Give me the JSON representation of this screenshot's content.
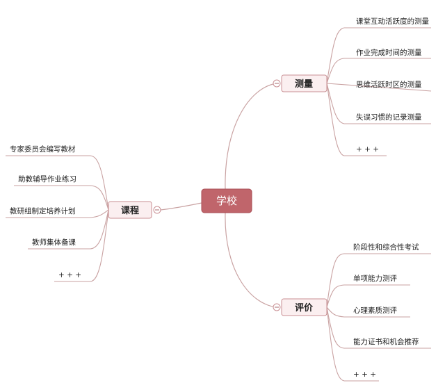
{
  "root": {
    "label": "学校"
  },
  "branches": {
    "measure": {
      "label": "测量",
      "items": [
        "课堂互动活跃度的测量",
        "作业完成时间的测量",
        "思维活跃时区的测量",
        "失误习惯的记录测量",
        "+ + +"
      ]
    },
    "evaluation": {
      "label": "评价",
      "items": [
        "阶段性和综合性考试",
        "单项能力测评",
        "心理素质测评",
        "能力证书和机会推荐",
        "+ + +"
      ]
    },
    "course": {
      "label": "课程",
      "items": [
        "专家委员会编写教材",
        "助教辅导作业练习",
        "教研组制定培养计划",
        "教师集体备课",
        "+ + +"
      ]
    }
  },
  "colors": {
    "line": "#c9a2a2",
    "root_fill": "#c0656b",
    "branch_fill": "#fbeff0",
    "branch_stroke": "#c98f93"
  }
}
